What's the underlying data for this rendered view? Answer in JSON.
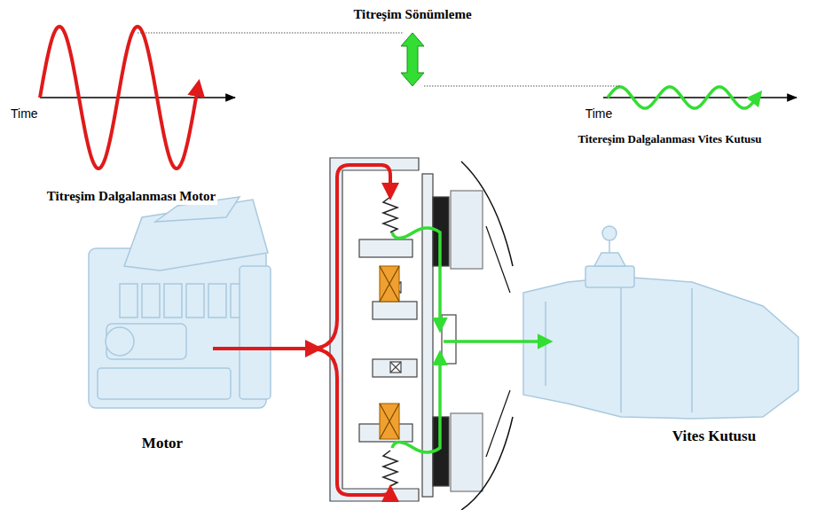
{
  "diagram": {
    "labels": [
      "Titreşim Sönümleme",
      "Time",
      "Titreşim Dalgalanması Motor",
      "Time",
      "Titereşim Dalgalanması Vites Kutusu",
      "Motor",
      "Vites Kutusu"
    ]
  }
}
